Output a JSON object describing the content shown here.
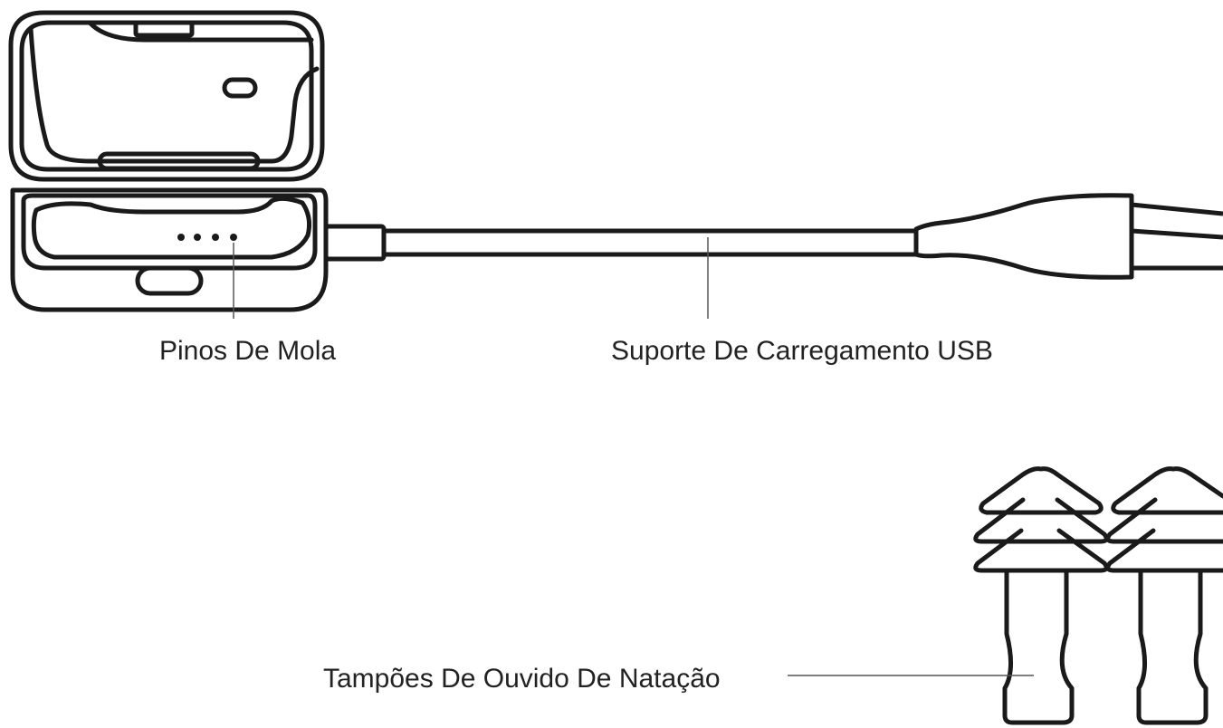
{
  "labels": {
    "spring_pins": "Pinos De Mola",
    "usb_charging_support": "Suporte De Carregamento USB",
    "swimming_earplugs": "Tampões De Ouvido De Natação"
  },
  "colors": {
    "outline": "#1a1a1a",
    "leader_line": "#555555",
    "text": "#222222",
    "background": "#ffffff"
  },
  "icons": [
    "charging-case-icon",
    "usb-cable-icon",
    "earplug-icon",
    "earplug-icon"
  ]
}
